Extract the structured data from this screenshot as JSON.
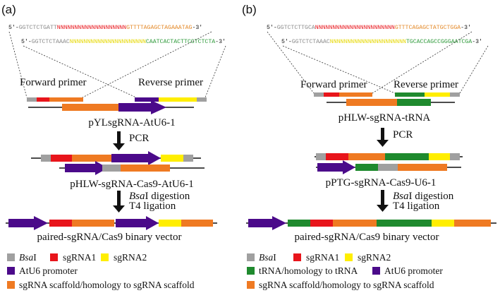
{
  "colors": {
    "bsai": "#a0a0a0",
    "sgrna1": "#e8151b",
    "sgrna2": "#ffee00",
    "promoter": "#4b0a8a",
    "scaffold": "#ef7a22",
    "trna": "#1f8a2e",
    "seq_grey": "#8c8c8c",
    "seq_red": "#e8151b",
    "seq_yellow": "#e6d800",
    "seq_orange": "#e48a2a",
    "seq_green": "#2e9a3a"
  },
  "panel_a": {
    "label": "(a)",
    "seq1": {
      "prefix": "5'-",
      "bsai": "GGTCTCTGATT",
      "spacer": "NNNNNNNNNNNNNNNNNNNN",
      "tail": "GTTTTAGAGCTAGAAATAG",
      "suffix": "-3'"
    },
    "seq2": {
      "prefix": "5'-",
      "bsai": "GGTCTCTAAAC",
      "spacer": "NNNNNNNNNNNNNNNNNNNNNN",
      "tail": "CAATCACTACTTCGTCTCTA",
      "suffix": "-3'"
    },
    "forward_primer": "Forward primer",
    "reverse_primer": "Reverse primer",
    "template": "pYLsgRNA-AtU6-1",
    "step1": "PCR",
    "product": "pHLW-sgRNA-Cas9-AtU6-1",
    "step2_enzyme": "Bsa",
    "step2_rest": "I digestion",
    "step3": "T4 ligation",
    "final": "paired-sgRNA/Cas9 binary vector",
    "legend": {
      "row1": [
        {
          "color": "bsai",
          "italic": "Bsa",
          "text": "I"
        },
        {
          "color": "sgrna1",
          "italic": "",
          "text": "sgRNA1"
        },
        {
          "color": "sgrna2",
          "italic": "",
          "text": "sgRNA2"
        }
      ],
      "row2": [
        {
          "color": "promoter",
          "italic": "",
          "text": "AtU6 promoter"
        }
      ],
      "row3": [
        {
          "color": "scaffold",
          "italic": "",
          "text": "sgRNA scaffold/homology to sgRNA scaffold"
        }
      ]
    }
  },
  "panel_b": {
    "label": "(b)",
    "seq1": {
      "prefix": "5'-",
      "bsai": "GGTCTCTTGCA",
      "spacer": "NNNNNNNNNNNNNNNNNNNNNNN",
      "tail": "GTTTCAGAGCTATGCTGGA",
      "suffix": "-3'"
    },
    "seq2": {
      "prefix": "5'-",
      "bsai": "GGTCTCTAAAC",
      "spacer": "NNNNNNNNNNNNNNNNNNNNNN",
      "tail": "TGCACCAGCCGGGAATCGA",
      "suffix": "-3'"
    },
    "forward_primer": "Forward primer",
    "reverse_primer": "Reverse primer",
    "template": "pHLW-sgRNA-tRNA",
    "step1": "PCR",
    "product": "pPTG-sgRNA-Cas9-U6-1",
    "step2_enzyme": "Bsa",
    "step2_rest": "I digestion",
    "step3": "T4 ligation",
    "final": "paired-sgRNA/Cas9 binary vector",
    "legend": {
      "row1": [
        {
          "color": "bsai",
          "italic": "Bsa",
          "text": "I"
        },
        {
          "color": "sgrna1",
          "italic": "",
          "text": "sgRNA1"
        },
        {
          "color": "sgrna2",
          "italic": "",
          "text": "sgRNA2"
        }
      ],
      "row2": [
        {
          "color": "trna",
          "italic": "",
          "text": "tRNA/homology to tRNA"
        },
        {
          "color": "promoter",
          "italic": "",
          "text": "AtU6 promoter"
        }
      ],
      "row3": [
        {
          "color": "scaffold",
          "italic": "",
          "text": "sgRNA scaffold/homology to sgRNA scaffold"
        }
      ]
    }
  }
}
